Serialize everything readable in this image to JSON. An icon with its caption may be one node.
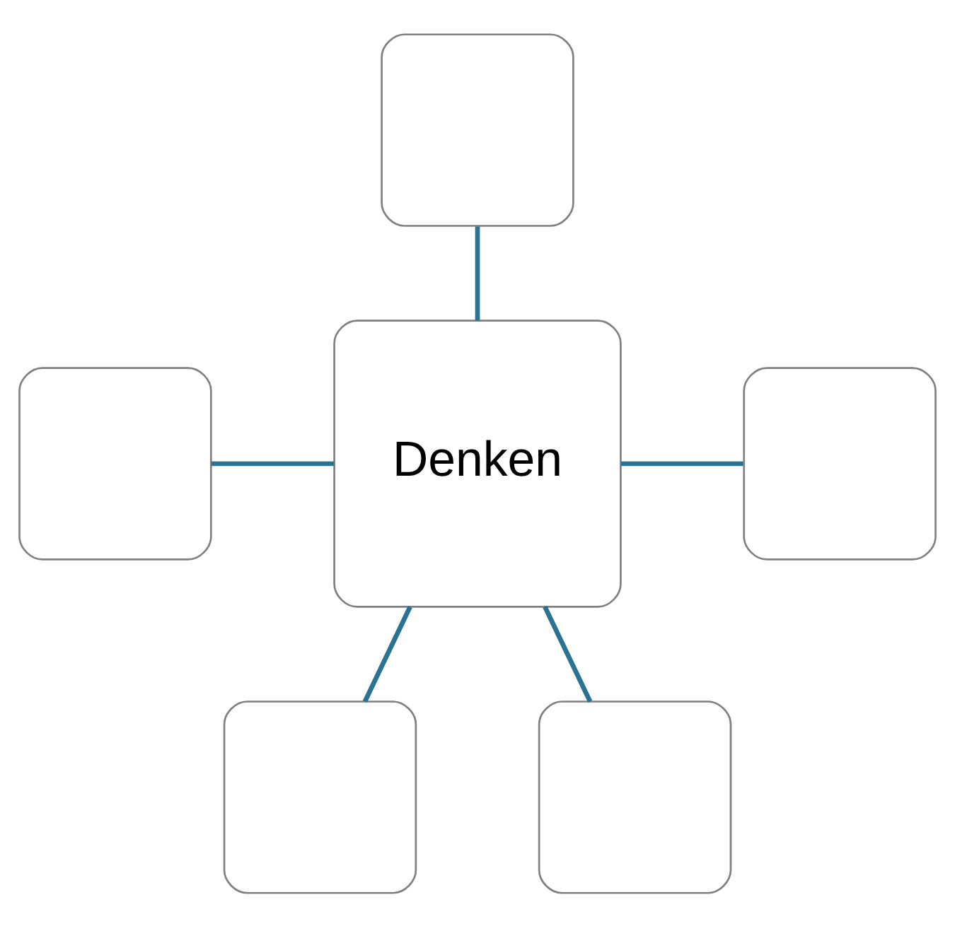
{
  "diagram": {
    "nodes": [
      {
        "text": [],
        "shape": "box"
      },
      {
        "text": [],
        "shape": "box"
      },
      {
        "text": [
          "Denken"
        ]
      },
      {
        "text": [],
        "shape": "box"
      },
      {
        "text": [],
        "shape": "box"
      },
      {
        "text": [],
        "shape": "box"
      }
    ],
    "edges": [
      {
        "from": 0,
        "to": 2,
        "arrow": "none"
      },
      {
        "from": 1,
        "to": 2,
        "arrow": "none"
      },
      {
        "from": 2,
        "to": 3,
        "arrow": "none"
      },
      {
        "from": 2,
        "to": 4,
        "arrow": "none"
      },
      {
        "from": 2,
        "to": 5,
        "arrow": "none"
      }
    ]
  }
}
